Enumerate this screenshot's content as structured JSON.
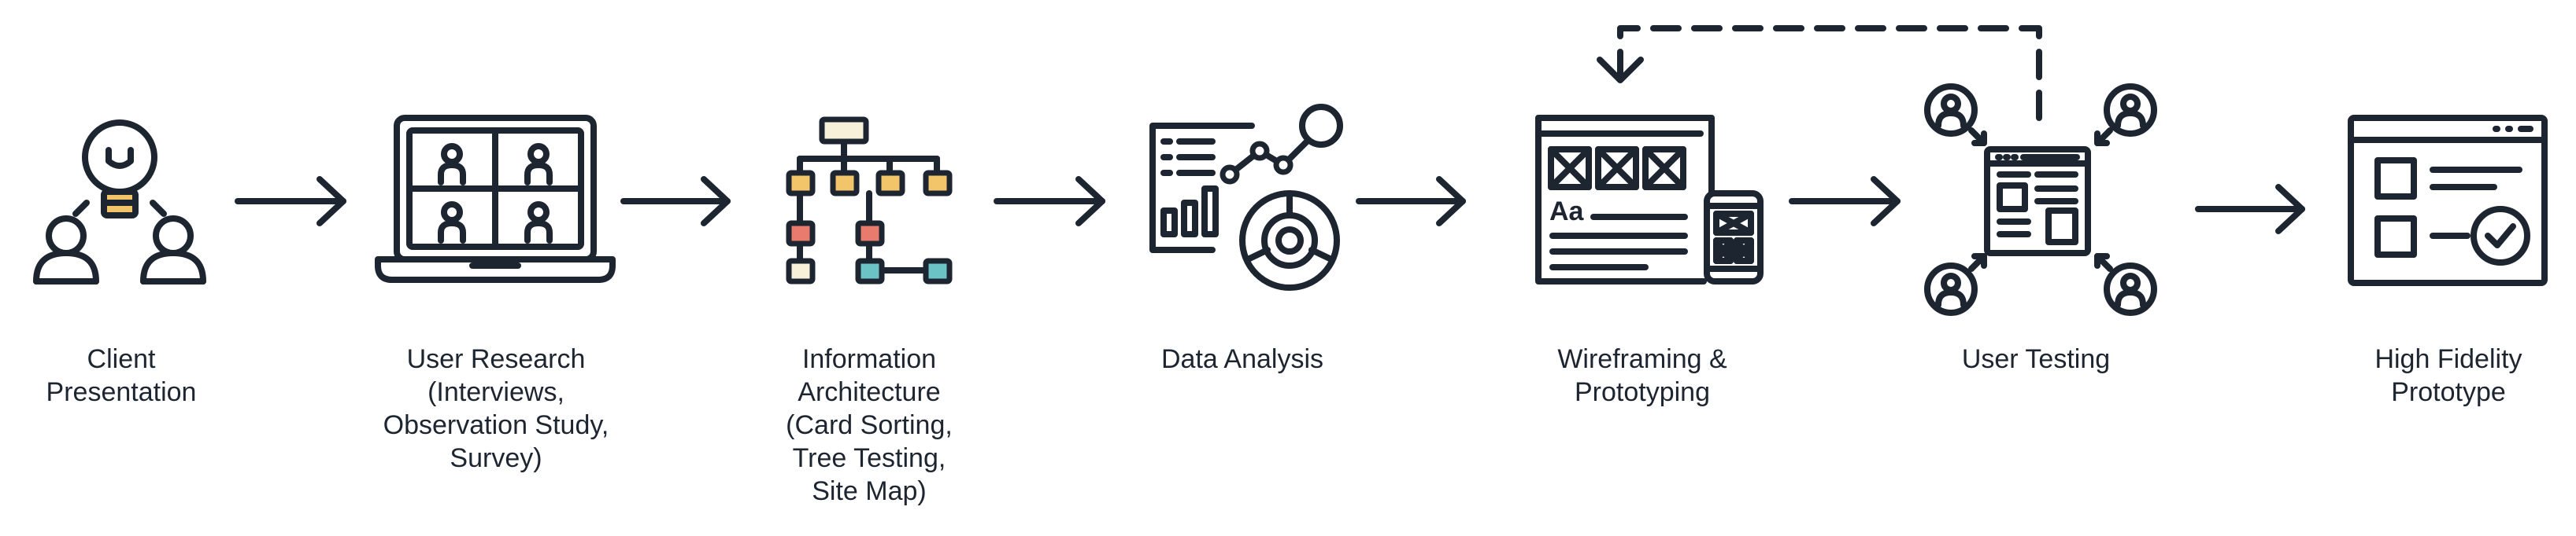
{
  "colors": {
    "ink": "#1d2530",
    "yellow": "#f2c56a",
    "red": "#e87a6e",
    "teal": "#6cc3c6",
    "cream": "#f7f1d9",
    "background": "#ffffff"
  },
  "steps": [
    {
      "icon": "client-presentation-icon",
      "lines": [
        "Client",
        "Presentation"
      ]
    },
    {
      "icon": "user-research-laptop-icon",
      "lines": [
        "User Research",
        "(Interviews,",
        "Observation Study,",
        "Survey)"
      ]
    },
    {
      "icon": "information-architecture-icon",
      "lines": [
        "Information",
        "Architecture",
        "(Card Sorting,",
        "Tree Testing,",
        "Site Map)"
      ]
    },
    {
      "icon": "data-analysis-icon",
      "lines": [
        "Data Analysis"
      ]
    },
    {
      "icon": "wireframing-prototyping-icon",
      "lines": [
        "Wireframing &",
        "Prototyping"
      ]
    },
    {
      "icon": "user-testing-icon",
      "lines": [
        "User Testing"
      ]
    },
    {
      "icon": "high-fidelity-prototype-icon",
      "lines": [
        "High Fidelity",
        "Prototype"
      ]
    }
  ],
  "connectors": [
    {
      "from": "Client Presentation",
      "to": "User Research"
    },
    {
      "from": "User Research",
      "to": "Information Architecture"
    },
    {
      "from": "Information Architecture",
      "to": "Data Analysis"
    },
    {
      "from": "Data Analysis",
      "to": "Wireframing & Prototyping"
    },
    {
      "from": "Wireframing & Prototyping",
      "to": "User Testing"
    },
    {
      "from": "User Testing",
      "to": "High Fidelity Prototype"
    }
  ],
  "feedback_loop": {
    "from": "User Testing",
    "to": "Wireframing & Prototyping",
    "style": "dashed"
  }
}
